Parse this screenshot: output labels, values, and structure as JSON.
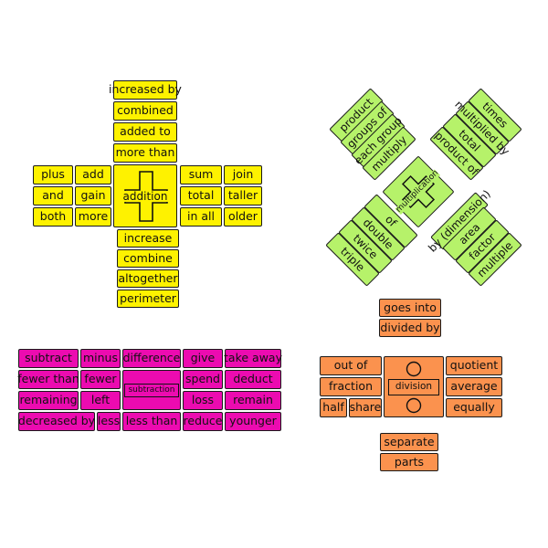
{
  "colors": {
    "addition": "#fef200",
    "multiplication": "#b6f26a",
    "subtraction": "#ec0bb0",
    "division": "#fb924e"
  },
  "addition": {
    "center_label": "addition",
    "icon": "plus-sign-icon",
    "top": [
      "increased by",
      "combined",
      "added to",
      "more than"
    ],
    "left": [
      [
        "plus",
        "add"
      ],
      [
        "and",
        "gain"
      ],
      [
        "both",
        "more"
      ]
    ],
    "right": [
      [
        "sum",
        "join"
      ],
      [
        "total",
        "taller"
      ],
      [
        "in all",
        "older"
      ]
    ],
    "bottom": [
      "increase",
      "combine",
      "altogether",
      "perimeter"
    ]
  },
  "multiplication": {
    "center_label": "multiplication",
    "icon": "plus-sign-icon",
    "upper_left": [
      "product",
      "groups of",
      "each group",
      "multiply"
    ],
    "upper_right": [
      "times",
      "multiplied by",
      "total",
      "product of"
    ],
    "lower_left": [
      "of",
      "double",
      "twice",
      "triple"
    ],
    "lower_right": [
      "by (dimension)",
      "area",
      "factor",
      "multiple"
    ]
  },
  "subtraction": {
    "center_label": "subtraction",
    "icon": "rectangle-icon",
    "words": [
      "subtract",
      "minus",
      "difference",
      "give",
      "take away",
      "fewer than",
      "fewer",
      "spend",
      "deduct",
      "remaining",
      "left",
      "loss",
      "remain",
      "decreased by",
      "less",
      "less than",
      "reduce",
      "younger"
    ]
  },
  "division": {
    "center_label": "division",
    "icon": "circle-icon",
    "words_top": [
      "goes into",
      "divided by"
    ],
    "left": [
      "out of",
      "fraction",
      "half",
      "share"
    ],
    "right": [
      "quotient",
      "average",
      "equally"
    ],
    "bottom": [
      "separate",
      "parts"
    ]
  }
}
